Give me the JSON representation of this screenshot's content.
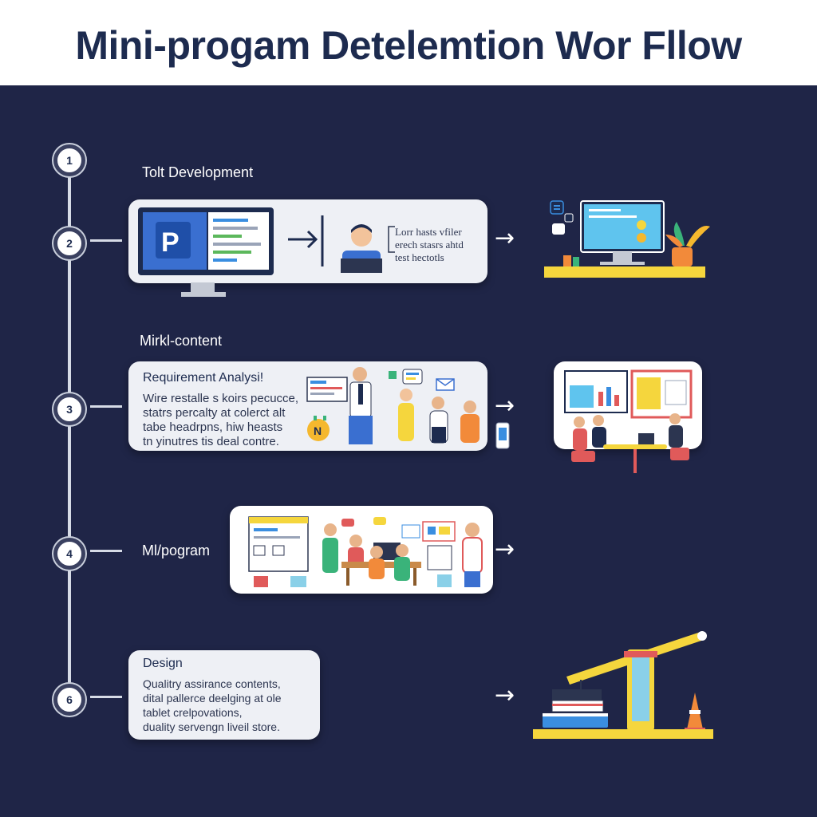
{
  "title": "Mini-progam Detelemtion Wor Fllow",
  "steps": [
    {
      "number": "1",
      "label": "Tolt Development"
    },
    {
      "number": "2",
      "card_text": "Lorr hasts vfiler\nerech stasrs ahtd\ntest hectotls"
    },
    {
      "number": "3",
      "label": "Mirkl-content",
      "card_title": "Requirement Analysi!",
      "card_text": "Wire restalle s koirs pecucce,\nstatrs percalty at colerct alt\ntabe headrpns, hiw heasts\ntn yinutres tis deal contre."
    },
    {
      "number": "4",
      "label": "Ml/pogram"
    },
    {
      "number": "6",
      "card_title": "Design",
      "card_text": "Qualitry assirance contents,\ndital pallerce deelging at ole\ntablet crelpovations,\nduality servengn liveil store."
    }
  ],
  "colors": {
    "background": "#1f2547",
    "header": "#ffffff",
    "card": "#eef0f5",
    "accent_yellow": "#f5d63d",
    "accent_blue": "#3a8ee0"
  }
}
